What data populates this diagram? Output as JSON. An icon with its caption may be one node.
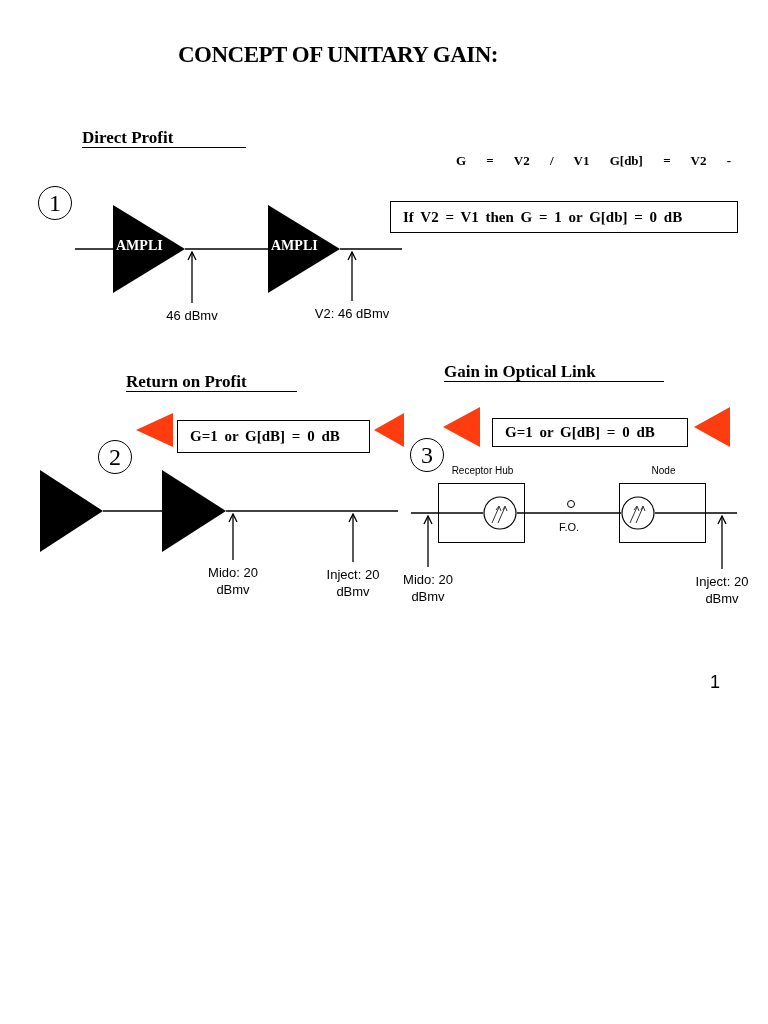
{
  "diagram": {
    "title": "CONCEPT OF UNITARY GAIN:",
    "nodes": [
      {
        "text": [
          "1"
        ]
      },
      {
        "text": [
          "AMPLI"
        ]
      },
      {
        "text": [
          "AMPLI"
        ]
      },
      {
        "text": [
          "46 dBmv"
        ]
      },
      {
        "text": [
          "V2: 46 dBmv"
        ]
      },
      {
        "text": [
          "If V2 = V1 then G = 1 or G[db] = 0 dB"
        ]
      },
      {
        "text": [
          "G=1 or G[dB] = 0 dB"
        ]
      },
      {
        "text": [
          "2"
        ]
      },
      {
        "text": [],
        "shape": "triangle"
      },
      {
        "text": [],
        "shape": "triangle"
      },
      {
        "text": [
          "Mido: 20 dBmv"
        ]
      },
      {
        "text": [
          "Inject: 20 dBmv"
        ]
      },
      {
        "text": [
          "G=1 or G[dB] = 0 dB"
        ]
      },
      {
        "text": [
          "3"
        ]
      },
      {
        "text": [
          "Receptor Hub"
        ]
      },
      {
        "text": [],
        "shape": "circle",
        "in": 14
      },
      {
        "text": [
          "Node"
        ]
      },
      {
        "text": [],
        "shape": "circle",
        "in": 16
      },
      {
        "text": [
          "Mido: 20 dBmv"
        ]
      },
      {
        "text": [
          "Inject: 20 dBmv"
        ]
      },
      {
        "text": [],
        "shape": "triangle"
      },
      {
        "text": [],
        "shape": "triangle"
      },
      {
        "text": [],
        "shape": "triangle"
      },
      {
        "text": [],
        "shape": "triangle"
      }
    ],
    "edges": [
      {
        "from": null,
        "to": 1,
        "arrow": "none"
      },
      {
        "from": 1,
        "to": 2,
        "arrow": "none"
      },
      {
        "from": 2,
        "to": null,
        "arrow": "none"
      },
      {
        "from": 3,
        "to": 1,
        "arrow": "to"
      },
      {
        "from": 4,
        "to": 2,
        "arrow": "to"
      },
      {
        "from": 8,
        "to": 9,
        "arrow": "none"
      },
      {
        "from": 9,
        "to": null,
        "arrow": "none"
      },
      {
        "from": 10,
        "to": 9,
        "arrow": "to"
      },
      {
        "from": 11,
        "to": null,
        "arrow": "to"
      },
      {
        "from": null,
        "to": 15,
        "arrow": "none"
      },
      {
        "from": 15,
        "to": 17,
        "arrow": "none",
        "label": "F.O."
      },
      {
        "from": 17,
        "to": null,
        "arrow": "none"
      },
      {
        "from": 18,
        "to": 14,
        "arrow": "to"
      },
      {
        "from": 19,
        "to": 16,
        "arrow": "to"
      }
    ],
    "labels": [
      "Direct Profit",
      "G = V2 / V1 G[db] = V2 -",
      "Return on Profit",
      "Gain in Optical Link",
      "1"
    ]
  }
}
